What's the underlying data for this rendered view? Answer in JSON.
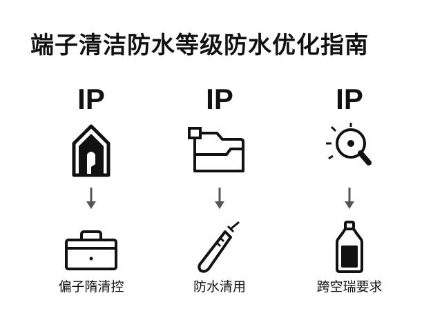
{
  "title": "端子清洁防水等级防水优化指南",
  "steps": [
    {
      "badge": "IP",
      "top_icon": "house-icon",
      "bottom_icon": "toolbox-icon",
      "label": "偏子隋清控"
    },
    {
      "badge": "IP",
      "top_icon": "folder-icon",
      "bottom_icon": "cleaning-swab-icon",
      "label": "防水清用"
    },
    {
      "badge": "IP",
      "top_icon": "magnifier-icon",
      "bottom_icon": "bottle-icon",
      "label": "跨空瑞要求"
    }
  ],
  "colors": {
    "text": "#111111",
    "arrow": "#555555",
    "background": "#ffffff"
  }
}
